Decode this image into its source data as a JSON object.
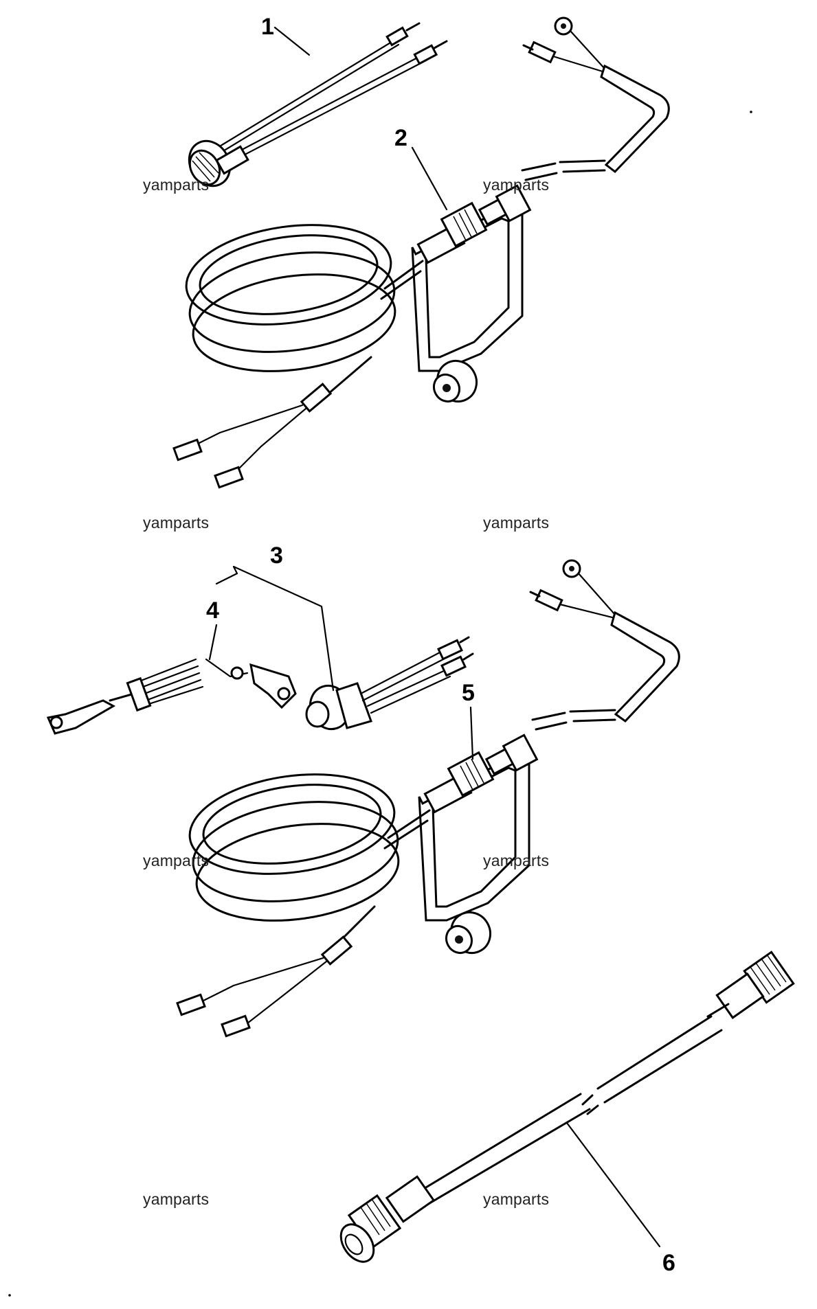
{
  "watermark": "yamparts",
  "callouts": {
    "c1": "1",
    "c2": "2",
    "c3": "3",
    "c4": "4",
    "c5": "5",
    "c6": "6"
  }
}
